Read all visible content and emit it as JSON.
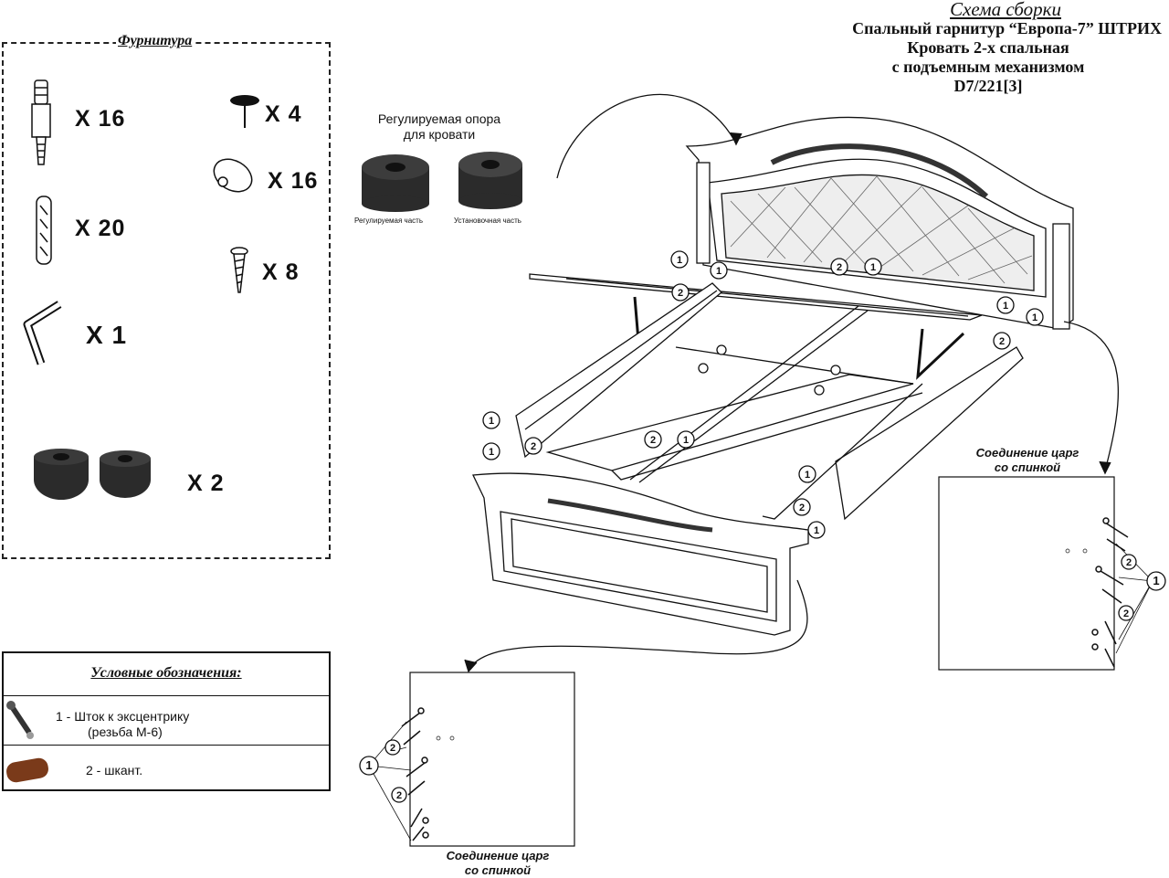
{
  "title": {
    "main": "Схема сборки",
    "line1": "Спальный гарнитур “Европа-7” ШТРИХ",
    "line2": "Кровать 2-х спальная",
    "line3": "с подъемным механизмом",
    "code": "D7/221[3]"
  },
  "hardware": {
    "heading": "Фурнитура",
    "items": [
      {
        "icon": "eccentric-rod-icon",
        "qty": "X 16"
      },
      {
        "icon": "dowel-icon",
        "qty": "X 20"
      },
      {
        "icon": "hex-key-icon",
        "qty": "X 1"
      },
      {
        "icon": "adjustable-foot-icon",
        "qty": "X 2"
      },
      {
        "icon": "pin-icon",
        "qty": "X 4"
      },
      {
        "icon": "cap-icon",
        "qty": "X 16"
      },
      {
        "icon": "screw-icon",
        "qty": "X 8"
      }
    ]
  },
  "support": {
    "heading_line1": "Регулируемая опора",
    "heading_line2": "для кровати",
    "adjustable_part": "Регулируемая часть",
    "mounting_part": "Установочная часть"
  },
  "legend": {
    "heading": "Условные обозначения:",
    "item1_line1": "1 - Шток к эксцентрику",
    "item1_line2": "(резьба М-6)",
    "item2": "2 - шкант."
  },
  "details": {
    "right_line1": "Соединение царг",
    "right_line2": "со спинкой",
    "left_line1": "Соединение царг",
    "left_line2": "со спинкой"
  },
  "markers": {
    "one": "1",
    "two": "2"
  },
  "colors": {
    "ink": "#111111",
    "paper": "#ffffff",
    "part": "#2b2b2b"
  }
}
